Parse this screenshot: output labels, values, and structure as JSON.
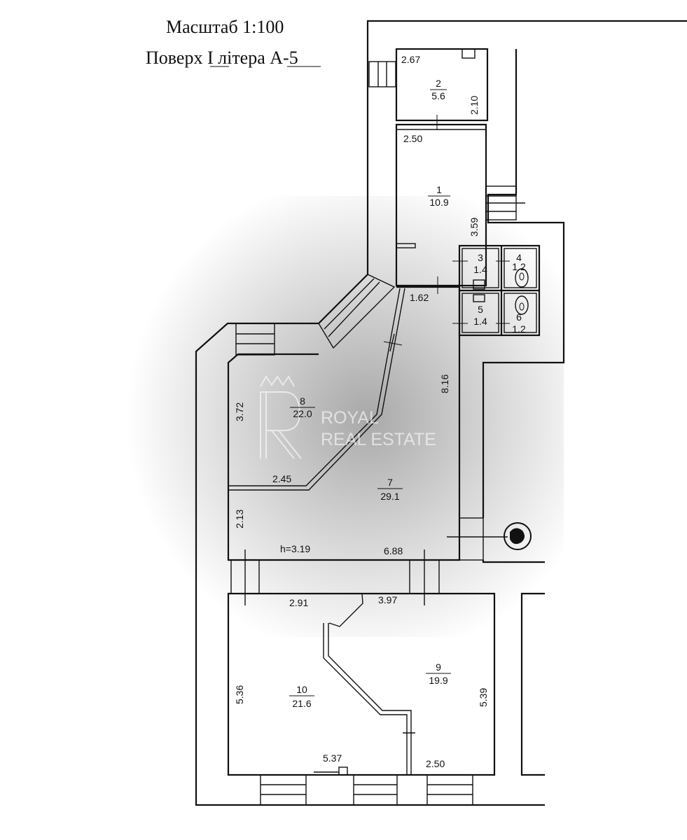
{
  "header": {
    "scale": "Масштаб 1:100",
    "floor_prefix": "Поверх ",
    "floor_value": "I",
    "litera_prefix": " літера ",
    "litera_value": "А-5"
  },
  "watermark": {
    "line1": "ROYAL",
    "line2": "REAL ESTATE"
  },
  "rooms": [
    {
      "number": "1",
      "area": "10.9"
    },
    {
      "number": "2",
      "area": "5.6"
    },
    {
      "number": "3",
      "area": "1.4"
    },
    {
      "number": "4",
      "area": "1.2"
    },
    {
      "number": "5",
      "area": "1.4"
    },
    {
      "number": "6",
      "area": "1.2"
    },
    {
      "number": "7",
      "area": "29.1"
    },
    {
      "number": "8",
      "area": "22.0"
    },
    {
      "number": "9",
      "area": "19.9"
    },
    {
      "number": "10",
      "area": "21.6"
    }
  ],
  "dimensions": {
    "d_2_67": "2.67",
    "d_2_10": "2.10",
    "d_2_50_top": "2.50",
    "d_3_59": "3.59",
    "d_1_62": "1.62",
    "d_8_16": "8.16",
    "d_3_72": "3.72",
    "d_2_45": "2.45",
    "d_2_13": "2.13",
    "d_height": "h=3.19",
    "d_6_88": "6.88",
    "d_2_91": "2.91",
    "d_3_97": "3.97",
    "d_5_36": "5.36",
    "d_5_39": "5.39",
    "d_5_37": "5.37",
    "d_2_50_bottom": "2.50"
  }
}
